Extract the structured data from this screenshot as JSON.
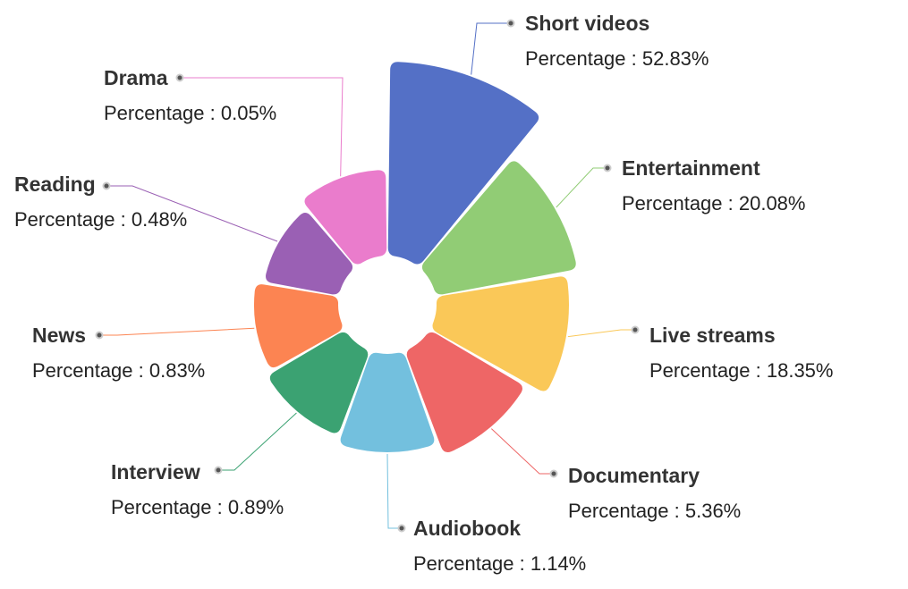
{
  "chart_data": {
    "type": "pie",
    "variant": "nightingale-rose",
    "value_label_prefix": "Percentage : ",
    "value_label_suffix": "%",
    "slices": [
      {
        "name": "Short videos",
        "value": 52.83,
        "color": "#5470c6"
      },
      {
        "name": "Entertainment",
        "value": 20.08,
        "color": "#91cc75"
      },
      {
        "name": "Live streams",
        "value": 18.35,
        "color": "#fac858"
      },
      {
        "name": "Documentary",
        "value": 5.36,
        "color": "#ee6666"
      },
      {
        "name": "Audiobook",
        "value": 1.14,
        "color": "#73c0de"
      },
      {
        "name": "Interview",
        "value": 0.89,
        "color": "#3ba272"
      },
      {
        "name": "News",
        "value": 0.83,
        "color": "#fc8452"
      },
      {
        "name": "Reading",
        "value": 0.48,
        "color": "#9a60b4"
      },
      {
        "name": "Drama",
        "value": 0.05,
        "color": "#ea7ccc"
      }
    ],
    "legend": "none",
    "label_style": "outside with leader lines"
  }
}
